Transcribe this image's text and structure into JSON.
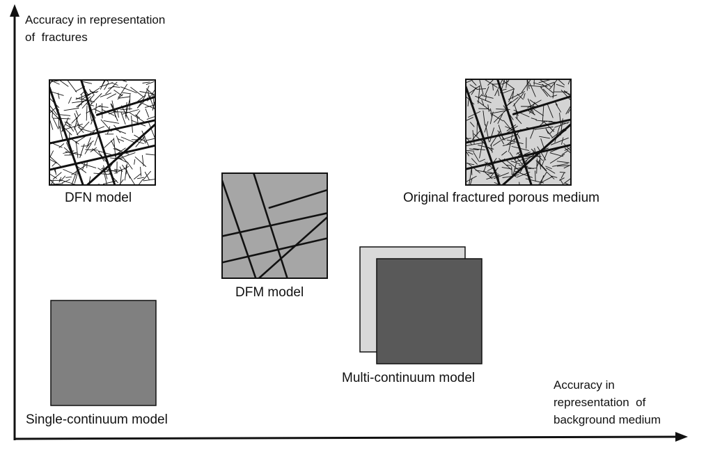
{
  "y_axis": {
    "label_lines": [
      "Accuracy in representation",
      "of  fractures"
    ]
  },
  "x_axis": {
    "label_lines": [
      "Accuracy in",
      "representation  of",
      "background medium"
    ]
  },
  "models": {
    "dfn": {
      "label": "DFN model"
    },
    "original": {
      "label": "Original fractured porous medium"
    },
    "dfm": {
      "label": "DFM model"
    },
    "multi": {
      "label": "Multi-continuum model"
    },
    "single": {
      "label": "Single-continuum model"
    }
  },
  "colors": {
    "axis": "#111111",
    "dfn_fill": "#ffffff",
    "original_fill": "#d4d4d4",
    "dfm_fill": "#a6a6a6",
    "multi_back_fill": "#d9d9d9",
    "multi_front_fill": "#595959",
    "single_fill": "#808080"
  }
}
